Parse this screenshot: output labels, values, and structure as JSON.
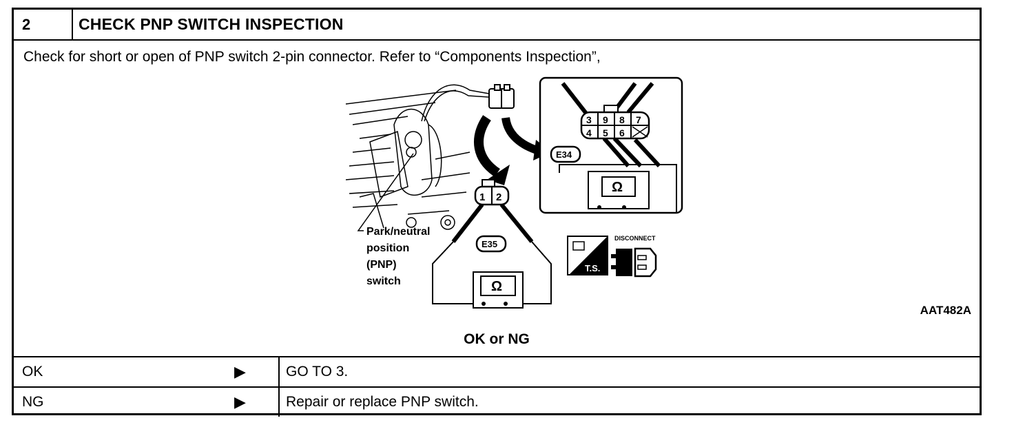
{
  "header": {
    "step_number": "2",
    "title": "CHECK PNP SWITCH INSPECTION"
  },
  "instruction": "Check for short or open of PNP switch 2-pin connector. Refer to “Components Inspection”,",
  "figure": {
    "code": "AAT482A",
    "switch_label": [
      "Park/neutral",
      "position",
      "(PNP)",
      "switch"
    ],
    "connector_e35": "E35",
    "connector_e34": "E34",
    "pins_2pin": [
      "1",
      "2"
    ],
    "pins_top": [
      "3",
      "9",
      "8",
      "7"
    ],
    "pins_bottom": [
      "4",
      "5",
      "6"
    ],
    "ohm_symbol": "Ω",
    "ts_label": "T.S.",
    "disconnect_label": "DISCONNECT"
  },
  "verdict": "OK or NG",
  "results": [
    {
      "label": "OK",
      "action": "GO TO 3."
    },
    {
      "label": "NG",
      "action": "Repair or replace PNP switch."
    }
  ],
  "arrow_glyph": "▶"
}
